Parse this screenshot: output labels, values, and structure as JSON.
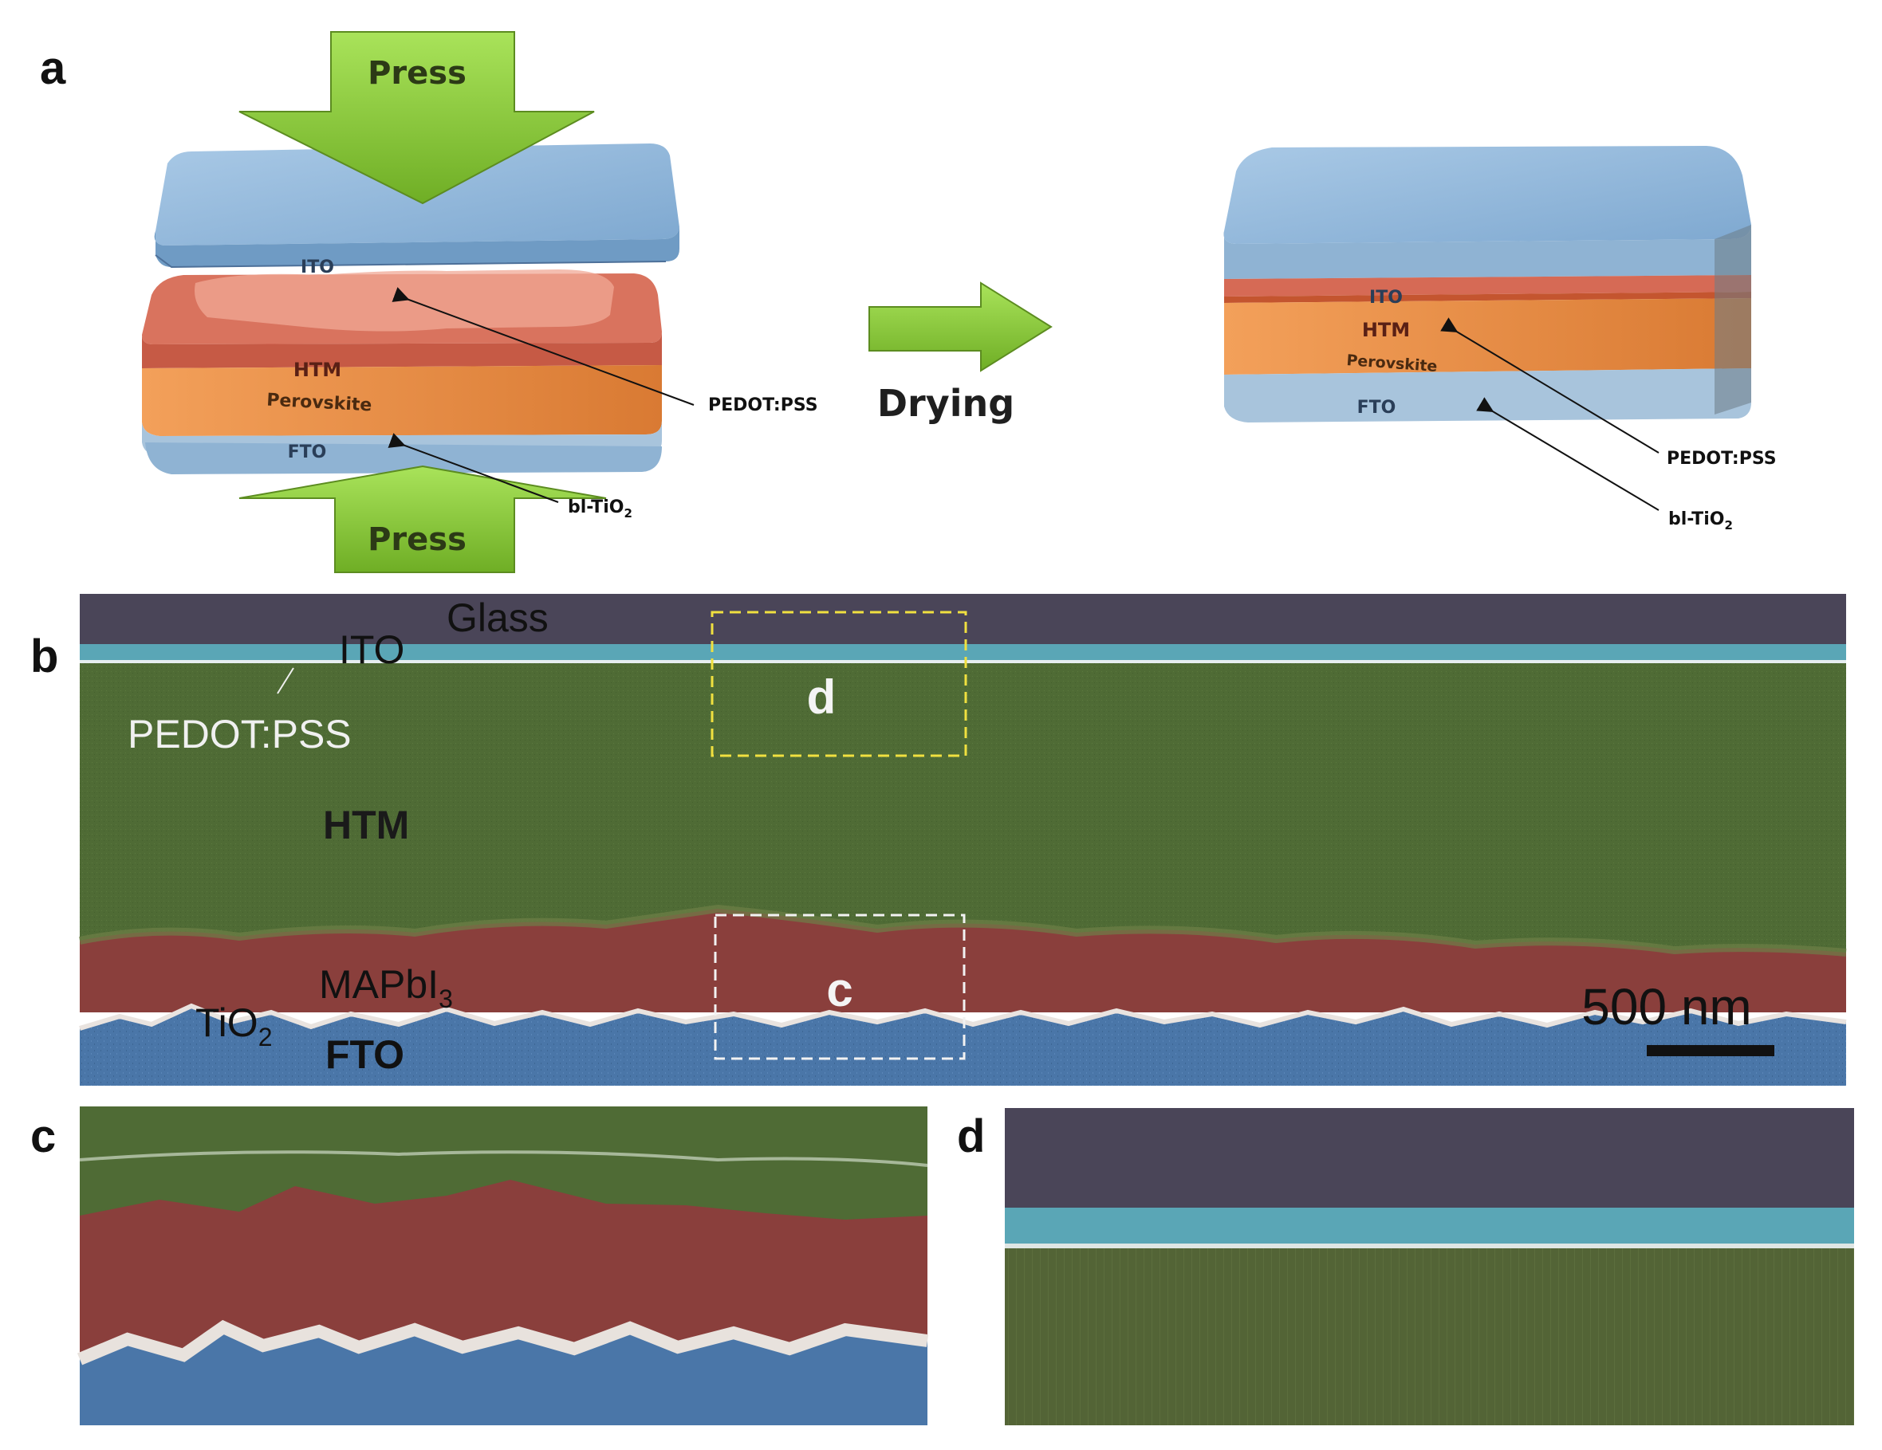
{
  "panels": {
    "a": "a",
    "b": "b",
    "c": "c",
    "d": "d"
  },
  "schematic_before": {
    "press_top": "Press",
    "press_bottom": "Press",
    "ito": "ITO",
    "htm": "HTM",
    "perovskite": "Perovskite",
    "fto": "FTO",
    "pedot": "PEDOT:PSS",
    "bltio2": "bl-TiO",
    "bltio2_sub": "2"
  },
  "process_arrow": {
    "label": "Drying"
  },
  "schematic_after": {
    "ito": "ITO",
    "htm": "HTM",
    "perovskite": "Perovskite",
    "fto": "FTO",
    "pedot": "PEDOT:PSS",
    "bltio2": "bl-TiO",
    "bltio2_sub": "2"
  },
  "sem_b": {
    "glass": "Glass",
    "ito": "ITO",
    "pedot": "PEDOT:PSS",
    "htm": "HTM",
    "mapbi": "MAPbI",
    "mapbi_sub": "3",
    "tio": "TiO",
    "tio_sub": "2",
    "fto": "FTO",
    "box_d": "d",
    "box_c": "c",
    "scale_bar": "500 nm"
  },
  "colors": {
    "glass": "#4a4558",
    "ito": "#5aa6b6",
    "htm": "#4f6b35",
    "perovskite_sem": "#8a3f3c",
    "fto_sem": "#4a76a8",
    "schematic_blue": "#8fb7d9",
    "schematic_orange": "#ef9347",
    "schematic_red": "#d66a55",
    "arrow_green": "#8fcf3a"
  }
}
